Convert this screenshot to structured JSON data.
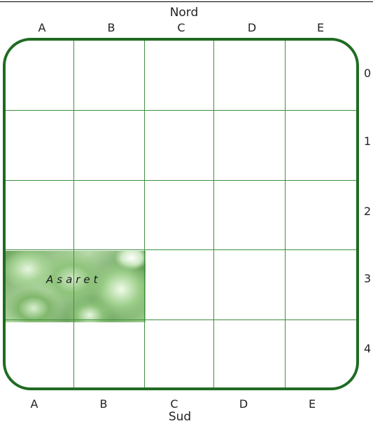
{
  "compass": {
    "north": "Nord",
    "south": "Sud"
  },
  "columns": [
    "A",
    "B",
    "C",
    "D",
    "E"
  ],
  "rows": [
    "0",
    "1",
    "2",
    "3",
    "4"
  ],
  "colors": {
    "border": "#1f6b22",
    "grid": "#3f8f3f"
  },
  "placed_plants": [
    {
      "label": "Asaret",
      "column": "A",
      "span_columns": 2,
      "row": "3",
      "image": "asaret-leaves-image"
    }
  ]
}
